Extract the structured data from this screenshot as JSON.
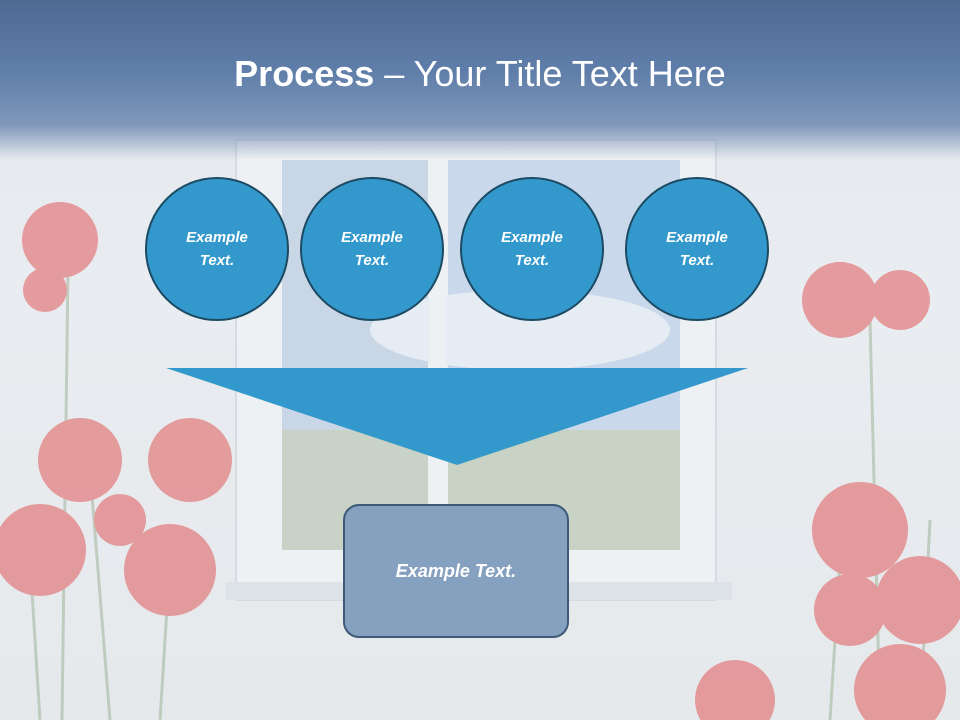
{
  "slide": {
    "title_bold": "Process",
    "title_rest": " – Your Title Text Here"
  },
  "circles": [
    {
      "label": "Example Text."
    },
    {
      "label": "Example Text."
    },
    {
      "label": "Example Text."
    },
    {
      "label": "Example Text."
    }
  ],
  "result_box": {
    "label": "Example Text."
  },
  "colors": {
    "title_band": "#5f7ea9",
    "circle_fill": "#3399cc",
    "funnel_fill": "#3399cc",
    "result_fill": "#86a0c0",
    "poppy": "#e88a8a"
  }
}
